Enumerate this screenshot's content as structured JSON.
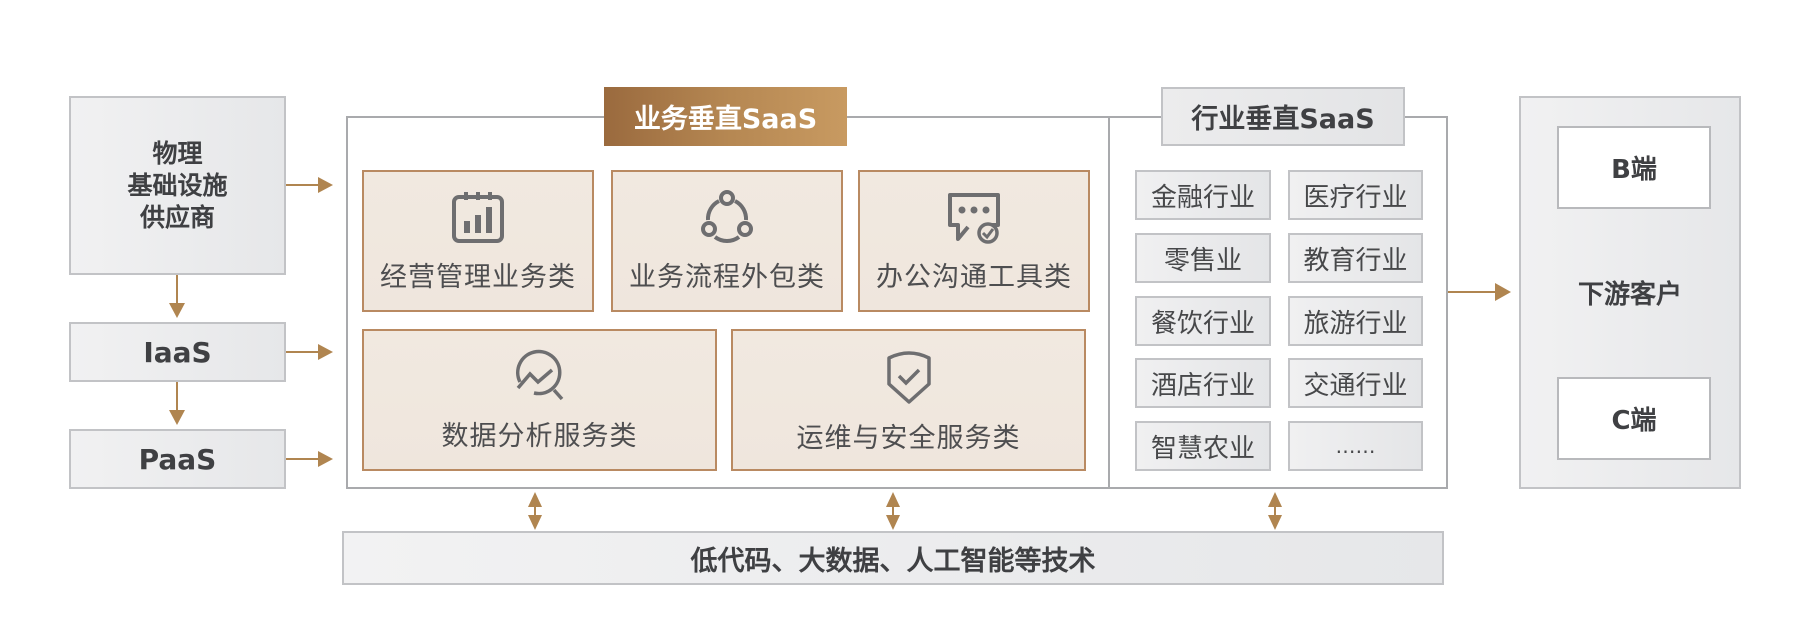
{
  "colors": {
    "accent_arrow": "#b08550",
    "badge_gold_start": "#9a6a3e",
    "badge_gold_end": "#c89a61",
    "card_fill": "#f0e7de",
    "card_border": "#b98a62",
    "grey_fill": "#e9eaec",
    "grey_border": "#c2c3c6",
    "text_dark": "#3f4043",
    "icon_grey": "#6e6e70"
  },
  "infrastructure": {
    "physical": {
      "label": "物理\n基础设施\n供应商",
      "lines": [
        "物理",
        "基础设施",
        "供应商"
      ]
    },
    "iaas": {
      "label": "IaaS"
    },
    "paas": {
      "label": "PaaS"
    }
  },
  "business_saas": {
    "title": "业务垂直SaaS",
    "cards": [
      {
        "label": "经营管理业务类",
        "icon": "calendar-bar-chart-icon"
      },
      {
        "label": "业务流程外包类",
        "icon": "cycle-nodes-icon"
      },
      {
        "label": "办公沟通工具类",
        "icon": "chat-check-icon"
      },
      {
        "label": "数据分析服务类",
        "icon": "chart-search-icon"
      },
      {
        "label": "运维与安全服务类",
        "icon": "shield-check-icon"
      }
    ]
  },
  "industry_saas": {
    "title": "行业垂直SaaS",
    "items": [
      "金融行业",
      "医疗行业",
      "零售业",
      "教育行业",
      "餐饮行业",
      "旅游行业",
      "酒店行业",
      "交通行业",
      "智慧农业",
      "……"
    ]
  },
  "downstream": {
    "title": "下游客户",
    "b_end": "B端",
    "c_end": "C端"
  },
  "tech_foundation": {
    "label": "低代码、大数据、人工智能等技术"
  }
}
